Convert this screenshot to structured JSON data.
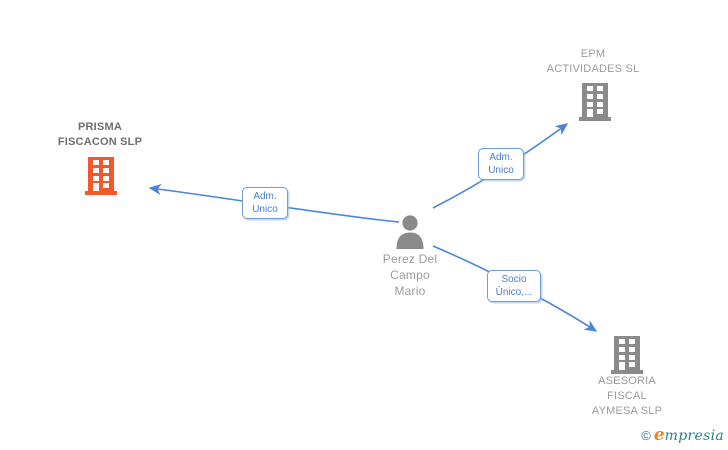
{
  "colors": {
    "edge_blue": "#4a86d8",
    "label_border_blue": "#6f9bd9",
    "label_text_blue": "#4a7fd0",
    "company_gray": "#9b9b9b",
    "highlight_gray": "#6f6f6f",
    "icon_gray": "#8a8a8a",
    "icon_orange": "#f4582a",
    "brand_teal": "#2a7f8e",
    "brand_orange": "#f08223"
  },
  "nodes": {
    "prisma": {
      "lines": [
        "PRISMA",
        "FISCACON SLP"
      ]
    },
    "epm": {
      "lines": [
        "EPM",
        "ACTIVIDADES SL"
      ]
    },
    "asesoria": {
      "lines": [
        "ASESORIA",
        "FISCAL",
        "AYMESA SLP"
      ]
    },
    "person": {
      "lines": [
        "Perez Del",
        "Campo",
        "Mario"
      ]
    }
  },
  "edges": {
    "prisma": {
      "lines": [
        "Adm.",
        "Unico"
      ]
    },
    "epm": {
      "lines": [
        "Adm.",
        "Unico"
      ]
    },
    "asesoria": {
      "lines": [
        "Socio",
        "Único,..."
      ]
    }
  },
  "footer": {
    "copyright_symbol": "©",
    "brand_first_letter": "e",
    "brand_rest": "mpresia"
  }
}
